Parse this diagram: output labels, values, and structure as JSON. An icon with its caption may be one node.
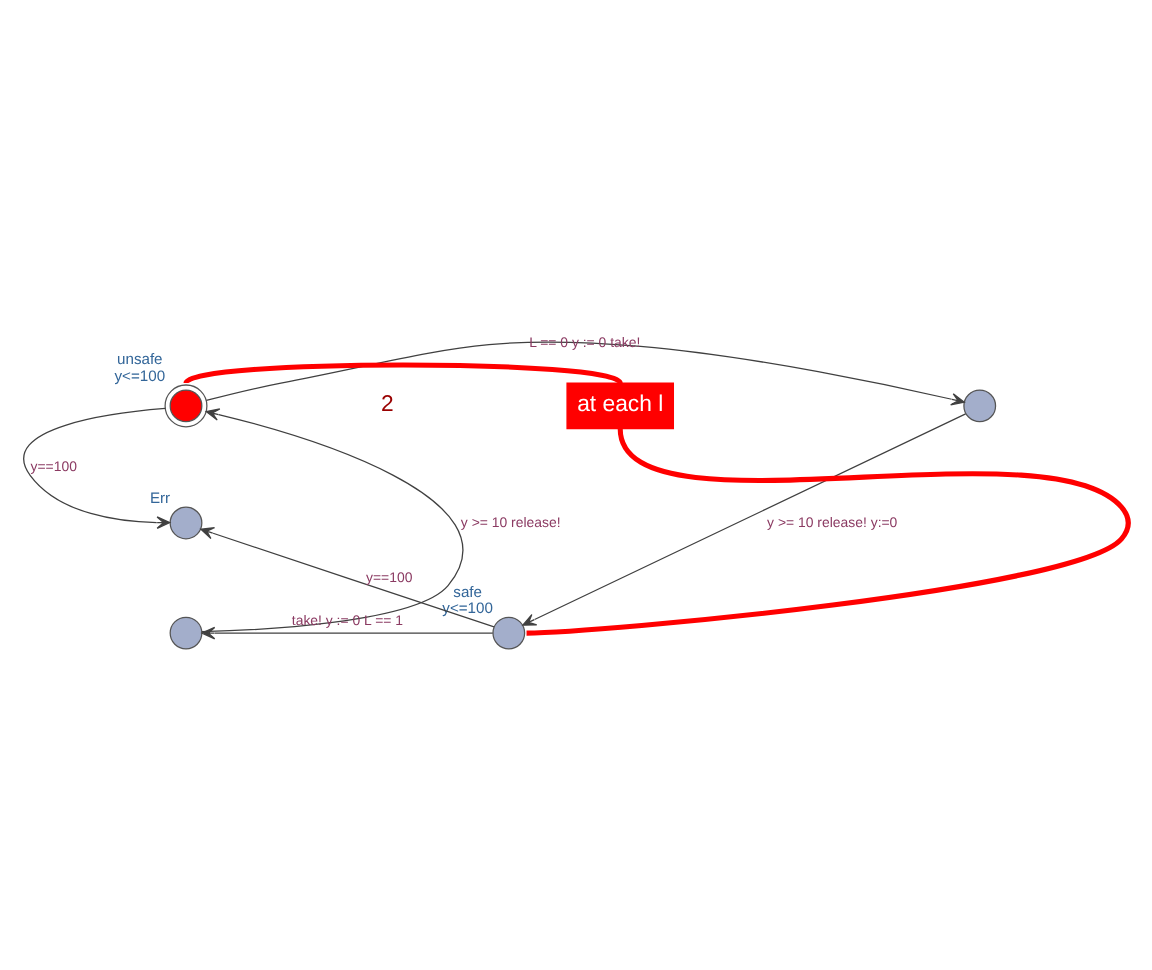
{
  "diagram": {
    "nodes": [
      {
        "text": [
          "unsafe"
        ],
        "beside": [
          "y<=100"
        ]
      },
      {
        "text": [],
        "shape": "circle"
      },
      {
        "text": [
          "Err"
        ]
      },
      {
        "text": [
          "safe"
        ],
        "beside": [
          "y<=100"
        ]
      },
      {
        "text": [],
        "shape": "circle"
      },
      {
        "text": [
          "at each l"
        ]
      }
    ],
    "edges": [
      {
        "from": 0,
        "to": 1,
        "arrow": "to",
        "label": "L == 0 y := 0 take!"
      },
      {
        "from": 0,
        "to": 2,
        "arrow": "to",
        "label": "y==100"
      },
      {
        "from": 1,
        "to": 3,
        "arrow": "to",
        "label": "y >= 10 release! y:=0"
      },
      {
        "from": 3,
        "to": 2,
        "arrow": "to",
        "label": "y==100"
      },
      {
        "from": 3,
        "to": 4,
        "arrow": "to",
        "label": "take! y := 0 L == 1"
      },
      {
        "from": 4,
        "to": 0,
        "arrow": "to",
        "label": "y >= 10 release!"
      },
      {
        "from": 5,
        "to": 0,
        "arrow": "none",
        "style": "thick",
        "color": "#ff0000"
      },
      {
        "from": 5,
        "to": 3,
        "arrow": "none",
        "style": "thick",
        "color": "#ff0000"
      }
    ],
    "labels": [
      "2"
    ]
  }
}
